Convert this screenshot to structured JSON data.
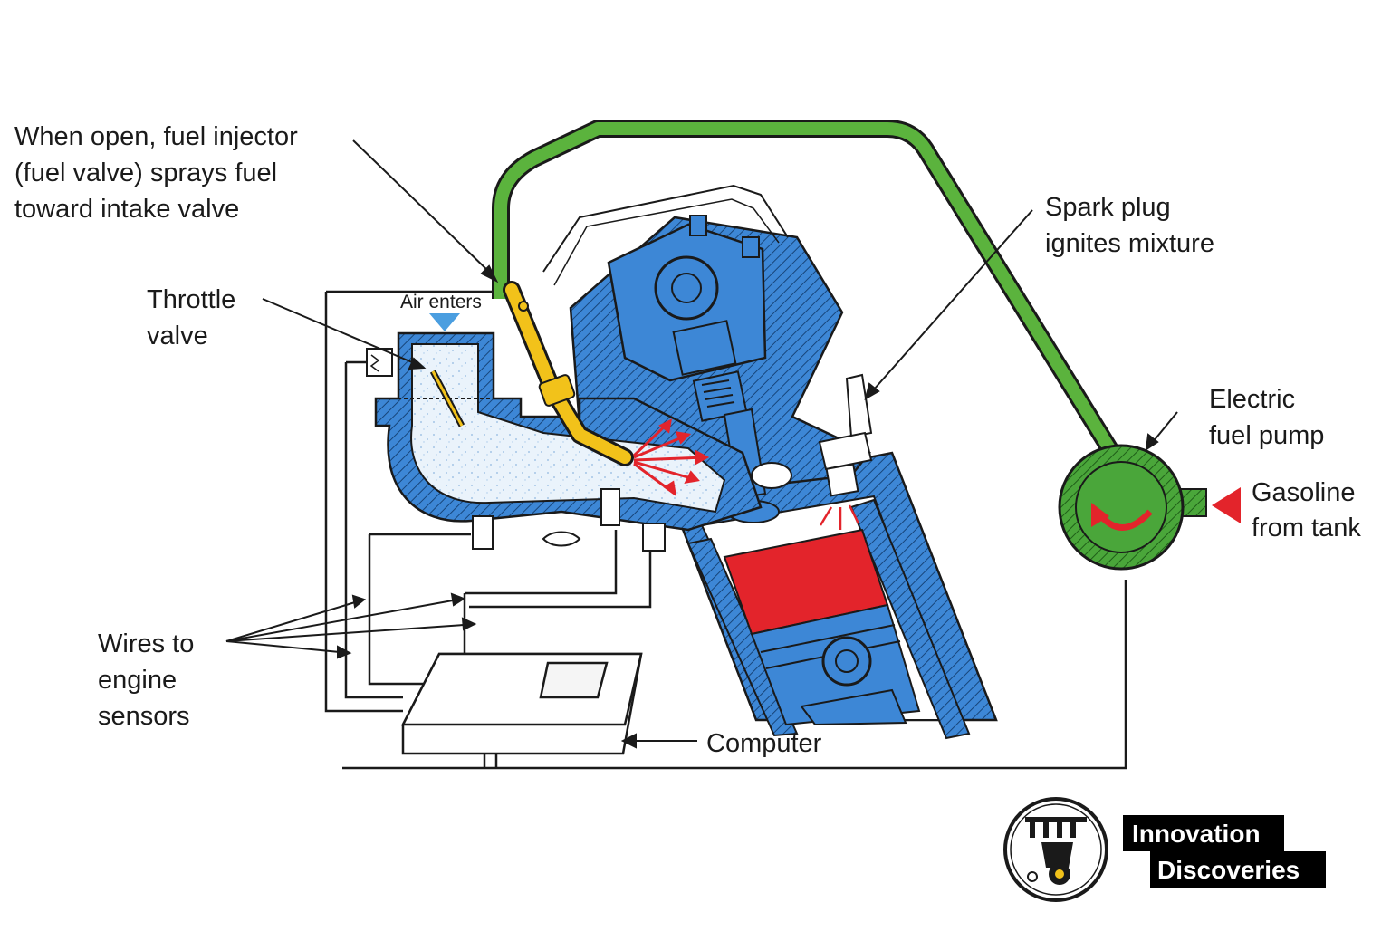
{
  "labels": {
    "injector": [
      "When open, fuel injector",
      "(fuel valve) sprays fuel",
      "toward intake valve"
    ],
    "throttle": [
      "Throttle",
      "valve"
    ],
    "air_enters": "Air enters",
    "spark_plug": [
      "Spark plug",
      "ignites mixture"
    ],
    "fuel_pump": [
      "Electric",
      "fuel pump"
    ],
    "gasoline": [
      "Gasoline",
      "from tank"
    ],
    "wires": [
      "Wires to",
      "engine",
      "sensors"
    ],
    "computer": "Computer"
  },
  "logo": {
    "line1": "Innovation",
    "line2": "Discoveries"
  },
  "colors": {
    "engine_blue": "#3d87d6",
    "fuel_line_green": "#5bb33d",
    "pump_green": "#4aa63a",
    "injector_yellow": "#f2c21a",
    "combustion_red": "#e3242b",
    "air_arrow_blue": "#4a9ee0",
    "line_dark": "#1a1a1a"
  }
}
